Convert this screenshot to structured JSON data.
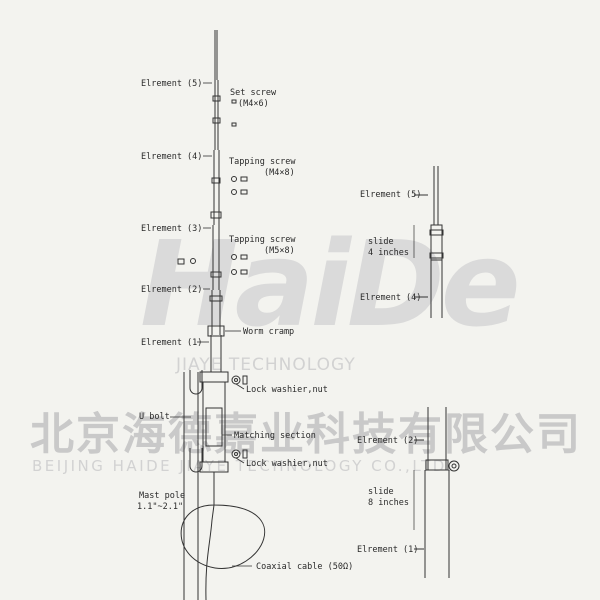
{
  "watermark": {
    "logo": "HaiDe",
    "company_en": "JIAYE TECHNOLOGY",
    "company_cn": "北京海德嘉业科技有限公司",
    "company_en2": "BEIJING HAIDE JIAYE TECHNOLOGY CO.,LTD."
  },
  "labels": {
    "element5": "Elrement (5)",
    "element4": "Elrement (4)",
    "element3": "Elrement (3)",
    "element2": "Elrement (2)",
    "element1": "Elrement (1)",
    "set_screw": "Set screw",
    "set_screw_size": "(M4×6)",
    "tapping_screw_1": "Tapping screw",
    "tapping_screw_1_size": "(M4×8)",
    "tapping_screw_2": "Tapping screw",
    "tapping_screw_2_size": "(M5×8)",
    "worm_cramp": "Worm cramp",
    "lock_washer_1": "Lock washier,nut",
    "u_bolt": "U bolt",
    "matching_section": "Matching section",
    "lock_washer_2": "Lock washier,nut",
    "mast_pole": "Mast pole",
    "mast_pole_range": "1.1\"~2.1\"",
    "coax": "Coaxial cable (50Ω)"
  },
  "detail_top": {
    "element5": "Elrement (5)",
    "slide": "slide",
    "slide_len": "4 inches",
    "element4": "Elrement (4)"
  },
  "detail_bottom": {
    "element2": "Elrement (2)",
    "slide": "slide",
    "slide_len": "8 inches",
    "element1": "Elrement (1)"
  }
}
